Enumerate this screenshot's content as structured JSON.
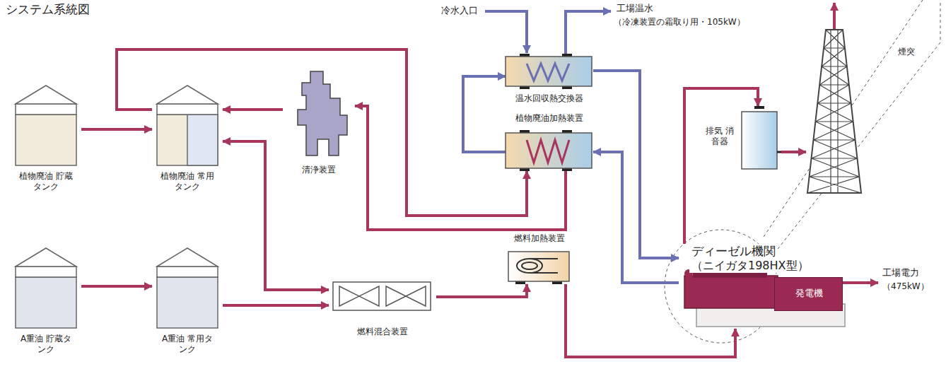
{
  "diagram": {
    "title": "システム系統図",
    "nodes": [
      {
        "text": [
          "植物廃油 貯蔵タンク"
        ]
      },
      {
        "text": [
          "植物廃油 常用タンク"
        ]
      },
      {
        "text": [
          "清浄装置"
        ]
      },
      {
        "text": [
          "温水回収熱交換器"
        ]
      },
      {
        "text": [
          "植物廃油加熱装置"
        ]
      },
      {
        "text": [
          "排気 消音器"
        ]
      },
      {
        "text": [
          "煙突"
        ]
      },
      {
        "text": [
          "ディーゼル機関",
          "（ニイガタ198HX型）"
        ]
      },
      {
        "text": [
          "発電機"
        ]
      },
      {
        "text": [
          "A重油 貯蔵タンク"
        ]
      },
      {
        "text": [
          "A重油 常用タンク"
        ]
      },
      {
        "text": [
          "燃料混合装置"
        ]
      },
      {
        "text": [
          "燃料加熱装置"
        ]
      }
    ],
    "edges": [
      {
        "from": 0,
        "to": 1,
        "arrow": "to"
      },
      {
        "from": 1,
        "to": 4,
        "arrow": "to"
      },
      {
        "from": 4,
        "to": 2,
        "arrow": "to"
      },
      {
        "from": 2,
        "to": 1,
        "arrow": "to"
      },
      {
        "from": 1,
        "to": 11,
        "arrow": "both"
      },
      {
        "from": 9,
        "to": 10,
        "arrow": "to"
      },
      {
        "from": 10,
        "to": 11,
        "arrow": "to"
      },
      {
        "from": 11,
        "to": 12,
        "arrow": "to"
      },
      {
        "from": 12,
        "to": 7,
        "arrow": "to"
      },
      {
        "from": 3,
        "to": 7,
        "arrow": "to"
      },
      {
        "from": 7,
        "to": 4,
        "arrow": "to"
      },
      {
        "from": 4,
        "to": 3,
        "arrow": "to"
      },
      {
        "from": 7,
        "to": 5,
        "arrow": "to"
      },
      {
        "from": 5,
        "to": 6,
        "arrow": "to"
      }
    ],
    "labels": [
      "冷水入口",
      "工場温水",
      "（冷凍装置の霜取り用・105kW）",
      "工場電力",
      "（475kW）"
    ]
  }
}
